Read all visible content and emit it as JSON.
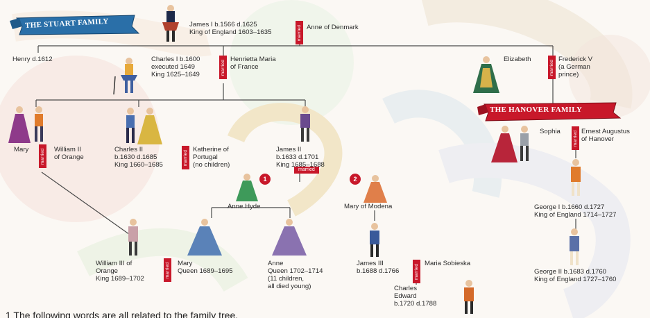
{
  "banners": {
    "stuart": "THE STUART FAMILY",
    "hanover": "THE HANOVER FAMILY"
  },
  "married_label": "married",
  "order_markers": [
    "1",
    "2"
  ],
  "people": {
    "james_i": "James I b.1566 d.1625\nKing of England 1603–1635",
    "anne_of_denmark": "Anne of Denmark",
    "henry": "Henry d.1612",
    "charles_i": "Charles I b.1600\nexecuted 1649\nKing 1625–1649",
    "henrietta_maria": "Henrietta Maria\nof France",
    "elizabeth": "Elizabeth",
    "frederick_v": "Frederick V\n(a German\nprince)",
    "mary": "Mary",
    "william_ii": "William II\nof Orange",
    "charles_ii": "Charles II\nb.1630 d.1685\nKing 1660–1685",
    "katherine": "Katherine of\nPortugal\n(no children)",
    "james_ii": "James II\nb.1633 d.1701\nKing 1685–1688",
    "sophia": "Sophia",
    "ernest_augustus": "Ernest Augustus\nof Hanover",
    "anne_hyde": "Anne Hyde",
    "mary_of_modena": "Mary of Modena",
    "george_i": "George I b.1660 d.1727\nKing of England 1714–1727",
    "william_iii": "William III of\nOrange\nKing 1689–1702",
    "mary_queen": "Mary\nQueen 1689–1695",
    "anne_queen": "Anne\nQueen 1702–1714\n(11 children,\nall died young)",
    "james_iii": "James III\nb.1688 d.1766",
    "maria_sobieska": "Maria Sobieska",
    "charles_edward": "Charles\nEdward\nb.1720 d.1788",
    "george_ii": "George II b.1683 d.1760\nKing of England 1727–1760"
  },
  "footer_text": "1   The following words are all related to the family tree."
}
